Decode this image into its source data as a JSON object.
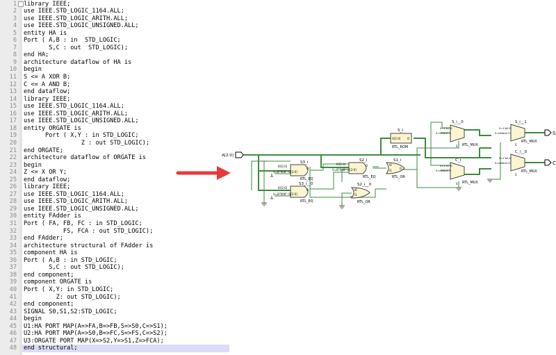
{
  "editor": {
    "current_line": 48,
    "lines": [
      "library IEEE;",
      "use IEEE.STD_LOGIC_1164.ALL;",
      "use IEEE.STD_LOGIC_ARITH.ALL;",
      "use IEEE.STD_LOGIC_UNSIGNED.ALL;",
      "entity HA is",
      "Port ( A,B : in  STD_LOGIC;",
      "       S,C : out  STD_LOGIC);",
      "end HA;",
      "architecture dataflow of HA is",
      "begin",
      "S <= A XOR B;",
      "C <= A AND B;",
      "end dataflow;",
      "library IEEE;",
      "use IEEE.STD_LOGIC_1164.ALL;",
      "use IEEE.STD_LOGIC_ARITH.ALL;",
      "use IEEE.STD_LOGIC_UNSIGNED.ALL;",
      "entity ORGATE is",
      "      Port ( X,Y : in STD_LOGIC;",
      "                Z : out STD_LOGIC);",
      "end ORGATE;",
      "architecture dataflow of ORGATE is",
      "begin",
      "Z <= X OR Y;",
      "end dataflow;",
      "library IEEE;",
      "use IEEE.STD_LOGIC_1164.ALL;",
      "use IEEE.STD_LOGIC_ARITH.ALL;",
      "use IEEE.STD_LOGIC_UNSIGNED.ALL;",
      "entity FAdder is",
      "Port ( FA, FB, FC : in STD_LOGIC;",
      "           FS, FCA : out STD_LOGIC);",
      "end FAdder;",
      "architecture structural of FAdder is",
      "component HA is",
      "Port ( A,B : in STD_LOGIC;",
      "       S,C : out STD_LOGIC);",
      "end component;",
      "component ORGATE is",
      "Port ( X,Y: in STD_LOGIC;",
      "         Z: out STD_LOGIC);",
      "end component;",
      "SIGNAL S0,S1,S2:STD_LOGIC;",
      "begin",
      "U1:HA PORT MAP(A=>FA,B=>FB,S=>S0,C=>S1);",
      "U2:HA PORT MAP(A=>S0,B=>FC,S=>FS,C=>S2);",
      "U3:ORGATE PORT MAP(X=>S2,Y=>S1,Z=>FCA);",
      "end structural;"
    ]
  },
  "arrow": {
    "color": "#e83a3a"
  },
  "schematic": {
    "wire_color": "#3d8a3d",
    "block_fill": "#fbf6d0",
    "input_port": "A[2:0]",
    "outputs": [
      "S",
      "C"
    ],
    "blocks": {
      "eq1": {
        "name": "S3_i",
        "type": "RTL_EQ",
        "in0": "I0[2:0]",
        "in1": "V=B\"000\" I1[2:0]",
        "out": "O"
      },
      "eq2": {
        "name": "S3_i__0",
        "type": "RTL_EQ",
        "in0": "I0[2:0]",
        "in1": "V=B\"000\" I1[2:0]",
        "out": "O"
      },
      "eq3": {
        "name": "S2_i",
        "type": "RTL_EQ",
        "in0": "I0[2:0]",
        "in1": "V=B\"000\" I1[2:0]",
        "out": "O"
      },
      "or1": {
        "name": "S1_i",
        "type": "RTL_OR",
        "in0": "I0",
        "in1": "I1",
        "out": "O"
      },
      "or2": {
        "name": "S2_i__0",
        "type": "RTL_OR",
        "in0": "I0",
        "in1": "I1",
        "out": "O"
      },
      "rom": {
        "name": "S_i",
        "type": "RTL_ROM",
        "in": "A[2:0]",
        "out": "O"
      },
      "mux1": {
        "name": "S_i__0",
        "type": "RTL_MUX",
        "in0": "S=1'b1 I0",
        "in1": "S=default I1",
        "sel": "S"
      },
      "mux2": {
        "name": "C_i",
        "type": "RTL_MUX",
        "in0": "S=1'b1 I0",
        "in1": "S=default I1",
        "sel": "S"
      },
      "mux3": {
        "name": "S_i__1",
        "type": "RTL_MUX",
        "in0": "S=1'b0 I0",
        "in1": "S=default I1",
        "sel": "S"
      },
      "mux4": {
        "name": "C_i__0",
        "type": "RTL_MUX",
        "in0": "S=1'b0 I0",
        "in1": "S=default I1",
        "sel": "S"
      }
    }
  }
}
